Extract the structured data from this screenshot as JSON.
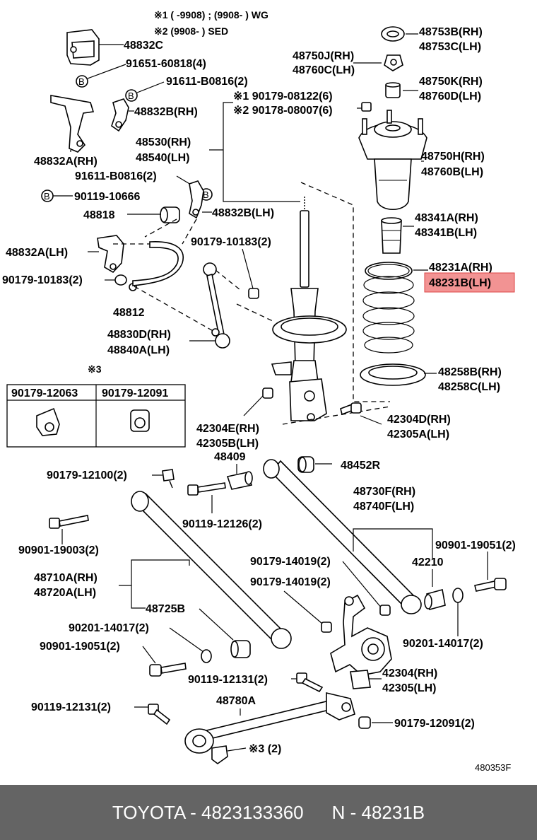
{
  "notes": {
    "n1": "※1 (      -9908) ; (9908-      ) WG",
    "n2": "※2 (9908-       ) SED",
    "n3": "※3"
  },
  "table": {
    "col1": "90179-12063",
    "col2": "90179-12091"
  },
  "labels": {
    "p48832C": "48832C",
    "p91651": "91651-60818(4)",
    "p91611a": "91611-B0816(2)",
    "p48832B_RH": "48832B(RH)",
    "p48832A_RH": "48832A(RH)",
    "p91611b": "91611-B0816(2)",
    "p90119_10666": "90119-10666",
    "p48818": "48818",
    "p48832B_LH": "48832B(LH)",
    "p48832A_LH": "48832A(LH)",
    "p90179_10183a": "90179-10183(2)",
    "p90179_10183b": "90179-10183(2)",
    "p48812": "48812",
    "p48830D": "48830D(RH)",
    "p48840A": "48840A(LH)",
    "p90179_08122": "※1 90179-08122(6)",
    "p90178_08007": "※2 90178-08007(6)",
    "p48530": "48530(RH)",
    "p48540": "48540(LH)",
    "p48753B": "48753B(RH)",
    "p48753C": "48753C(LH)",
    "p48750J": "48750J(RH)",
    "p48760C": "48760C(LH)",
    "p48750K": "48750K(RH)",
    "p48760D": "48760D(LH)",
    "p48750H": "48750H(RH)",
    "p48760B": "48760B(LH)",
    "p48341A": "48341A(RH)",
    "p48341B": "48341B(LH)",
    "p48231A": "48231A(RH)",
    "p48231B": "48231B(LH)",
    "p48258B": "48258B(RH)",
    "p48258C": "48258C(LH)",
    "p42304E": "42304E(RH)",
    "p42305B": "42305B(LH)",
    "p42304D": "42304D(RH)",
    "p42305A": "42305A(LH)",
    "p48409": "48409",
    "p48452R": "48452R",
    "p90179_12100": "90179-12100(2)",
    "p90119_12126": "90119-12126(2)",
    "p48730F": "48730F(RH)",
    "p48740F": "48740F(LH)",
    "p90901_19003": "90901-19003(2)",
    "p90901_19051a": "90901-19051(2)",
    "p42210": "42210",
    "p90179_14019a": "90179-14019(2)",
    "p90179_14019b": "90179-14019(2)",
    "p48710A": "48710A(RH)",
    "p48720A": "48720A(LH)",
    "p48725B": "48725B",
    "p90201_14017a": "90201-14017(2)",
    "p90901_19051b": "90901-19051(2)",
    "p90201_14017b": "90201-14017(2)",
    "p42304": "42304(RH)",
    "p42305": "42305(LH)",
    "p90119_12131a": "90119-12131(2)",
    "p48780A": "48780A",
    "p90119_12131b": "90119-12131(2)",
    "p90179_12091": "90179-12091(2)",
    "p_note3": "※3 (2)",
    "fig": "480353F"
  },
  "highlight_color": "#f08080",
  "footer": {
    "brand": "TOYOTA - 4823133360",
    "part": "N - 48231B"
  }
}
